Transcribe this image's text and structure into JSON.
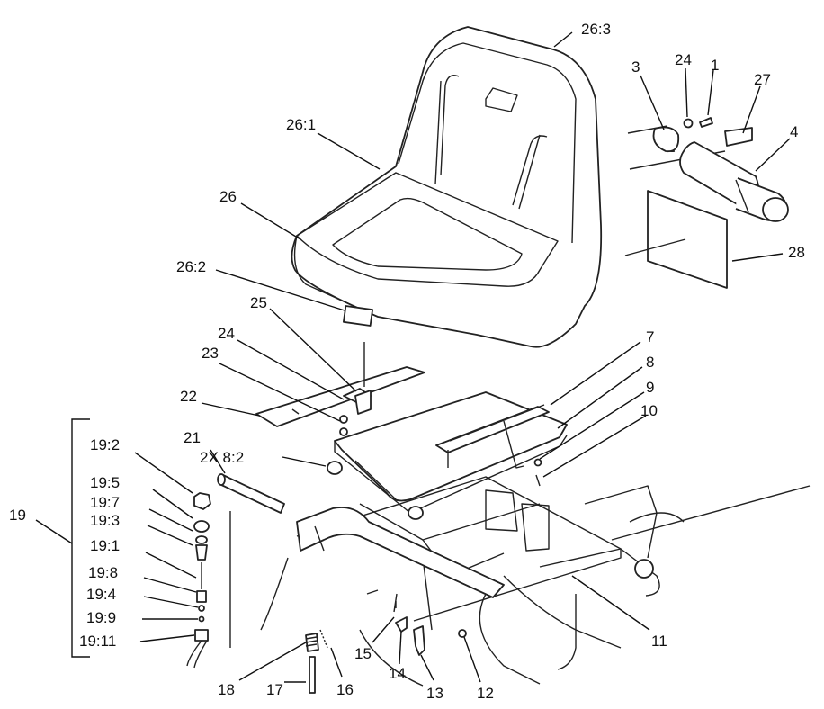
{
  "callouts": [
    {
      "id": "c-26-3",
      "text": "26:3"
    },
    {
      "id": "c-3",
      "text": "3"
    },
    {
      "id": "c-24a",
      "text": "24"
    },
    {
      "id": "c-1",
      "text": "1"
    },
    {
      "id": "c-27",
      "text": "27"
    },
    {
      "id": "c-4",
      "text": "4"
    },
    {
      "id": "c-26-1",
      "text": "26:1"
    },
    {
      "id": "c-26",
      "text": "26"
    },
    {
      "id": "c-28",
      "text": "28"
    },
    {
      "id": "c-26-2",
      "text": "26:2"
    },
    {
      "id": "c-25",
      "text": "25"
    },
    {
      "id": "c-24b",
      "text": "24"
    },
    {
      "id": "c-23",
      "text": "23"
    },
    {
      "id": "c-22",
      "text": "22"
    },
    {
      "id": "c-7",
      "text": "7"
    },
    {
      "id": "c-8",
      "text": "8"
    },
    {
      "id": "c-9",
      "text": "9"
    },
    {
      "id": "c-10",
      "text": "10"
    },
    {
      "id": "c-21",
      "text": "21"
    },
    {
      "id": "c-2x8-2",
      "text": "2X 8:2"
    },
    {
      "id": "c-19-2",
      "text": "19:2"
    },
    {
      "id": "c-19",
      "text": "19"
    },
    {
      "id": "c-19-5",
      "text": "19:5"
    },
    {
      "id": "c-19-7",
      "text": "19:7"
    },
    {
      "id": "c-19-3",
      "text": "19:3"
    },
    {
      "id": "c-19-1",
      "text": "19:1"
    },
    {
      "id": "c-19-8",
      "text": "19:8"
    },
    {
      "id": "c-19-4",
      "text": "19:4"
    },
    {
      "id": "c-19-9",
      "text": "19:9"
    },
    {
      "id": "c-19-11",
      "text": "19:11"
    },
    {
      "id": "c-11",
      "text": "11"
    },
    {
      "id": "c-15",
      "text": "15"
    },
    {
      "id": "c-14",
      "text": "14"
    },
    {
      "id": "c-13",
      "text": "13"
    },
    {
      "id": "c-12",
      "text": "12"
    },
    {
      "id": "c-18",
      "text": "18"
    },
    {
      "id": "c-17",
      "text": "17"
    },
    {
      "id": "c-16",
      "text": "16"
    }
  ]
}
